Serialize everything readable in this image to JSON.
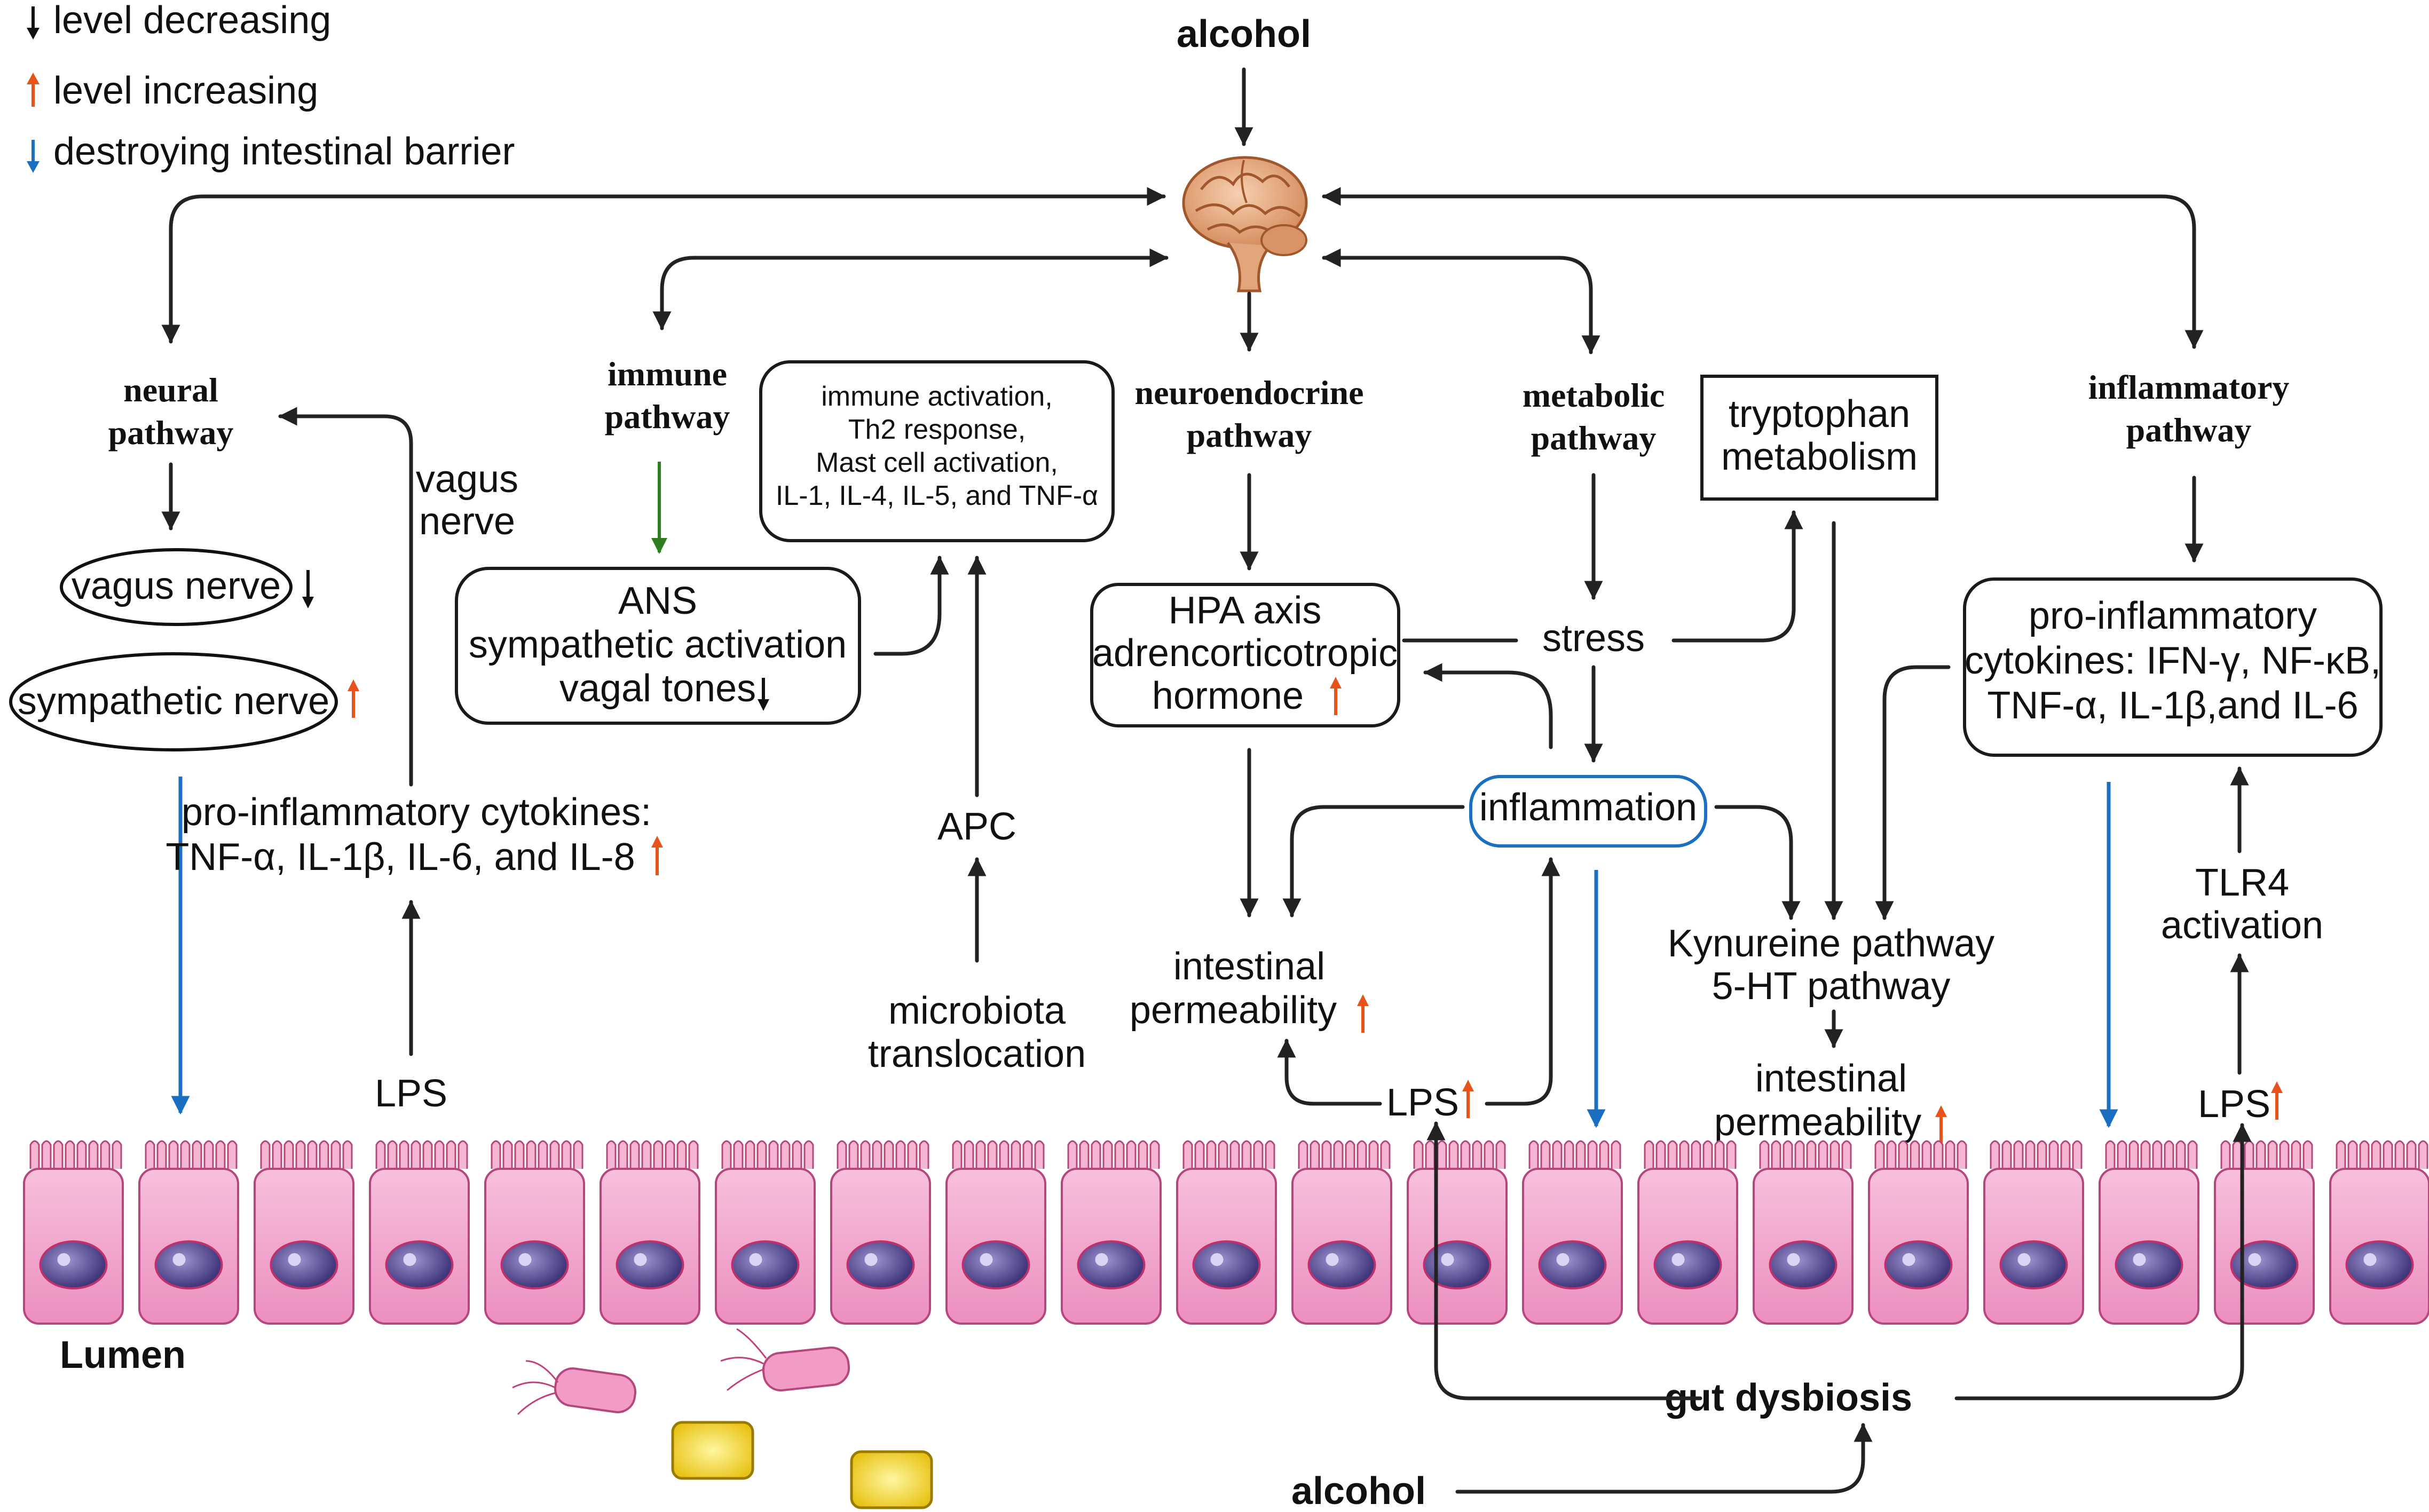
{
  "legend": {
    "decreasing": "level decreasing",
    "increasing": "level increasing",
    "barrier": "destroying intestinal barrier"
  },
  "colors": {
    "decrease_arrow": "#111111",
    "increase_arrow": "#e8531c",
    "barrier_arrow": "#1a6fc0",
    "immune_arrow": "#2e7d1f",
    "cell_fill": "#f1a3cb",
    "nucleus_fill": "#5b4f93"
  },
  "top": {
    "alcohol": "alcohol"
  },
  "pathways": {
    "neural": [
      "neural",
      "pathway"
    ],
    "immune": [
      "immune",
      "pathway"
    ],
    "neuroendocrine": [
      "neuroendocrine",
      "pathway"
    ],
    "metabolic": [
      "metabolic",
      "pathway"
    ],
    "inflammatory": [
      "inflammatory",
      "pathway"
    ]
  },
  "neural": {
    "vagus_nerve": "vagus nerve",
    "sympathetic_nerve": "sympathetic nerve",
    "vagus_label": [
      "vagus",
      "nerve"
    ],
    "cytokines": [
      "pro-inflammatory cytokines:",
      "TNF-α, IL-1β, IL-6, and IL-8"
    ],
    "lps": "LPS"
  },
  "immune": {
    "ans": [
      "ANS",
      "sympathetic activation",
      "vagal tones"
    ],
    "activation": [
      "immune activation,",
      "Th2 response,",
      "Mast cell activation,",
      "IL-1, IL-4, IL-5, and TNF-α"
    ],
    "apc": "APC",
    "translocation": [
      "microbiota",
      "translocation"
    ]
  },
  "neuroendocrine": {
    "hpa": [
      "HPA axis",
      "adrencorticotropic",
      "hormone"
    ],
    "permeability": [
      "intestinal",
      "permeability"
    ],
    "lps": "LPS"
  },
  "metabolic": {
    "stress": "stress",
    "inflammation": "inflammation",
    "tryptophan": [
      "tryptophan",
      "metabolism"
    ],
    "kynurenine": [
      "Kynureine pathway",
      "5-HT pathway"
    ],
    "permeability": [
      "intestinal",
      "permeability"
    ]
  },
  "inflammatory": {
    "cytokines": [
      "pro-inflammatory",
      "cytokines: IFN-γ, NF-κB,",
      "TNF-α, IL-1β,and IL-6"
    ],
    "tlr4": [
      "TLR4",
      "activation"
    ],
    "lps": "LPS"
  },
  "bottom": {
    "lumen": "Lumen",
    "gut_dysbiosis": "gut dysbiosis",
    "alcohol": "alcohol"
  }
}
